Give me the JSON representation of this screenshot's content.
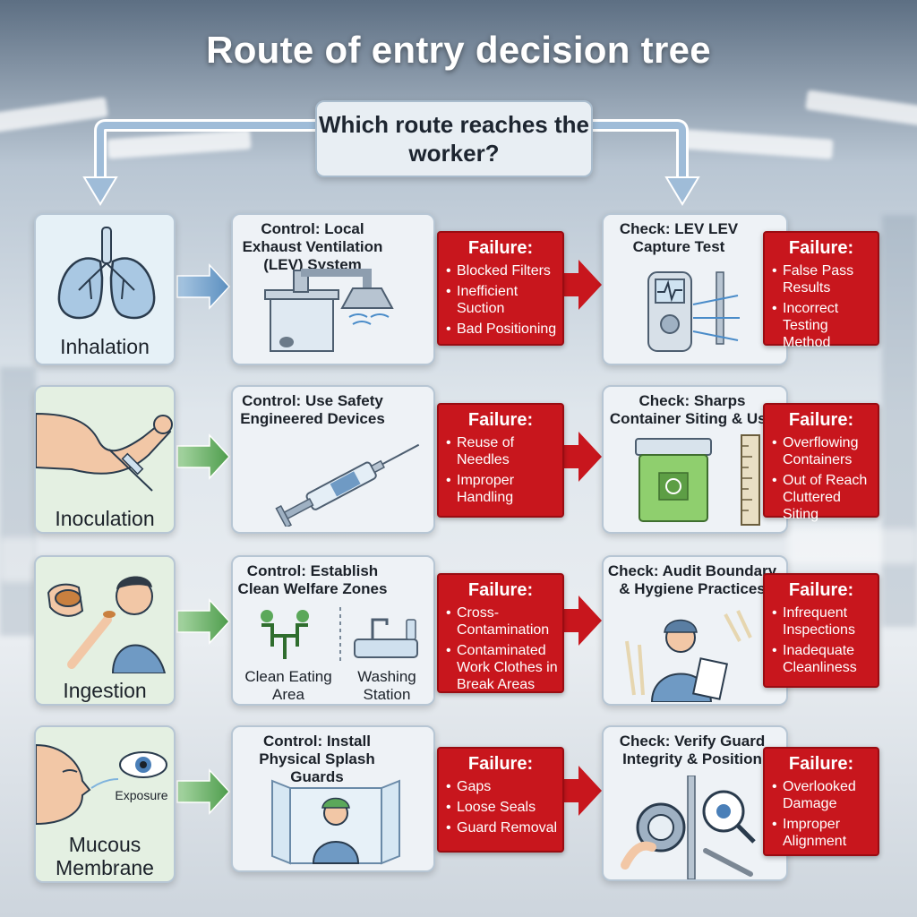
{
  "title": "Route of entry decision tree",
  "question": "Which route reaches the worker?",
  "rows": [
    {
      "route": "Inhalation",
      "control": "Control: Local Exhaust Ventilation (LEV) System",
      "control_failure": {
        "title": "Failure:",
        "items": [
          "Blocked Filters",
          "Inefficient Suction",
          "Bad Positioning"
        ]
      },
      "check": "Check: LEV LEV Capture Test",
      "check_failure": {
        "title": "Failure:",
        "items": [
          "False Pass Results",
          "Incorrect Testing Method"
        ]
      }
    },
    {
      "route": "Inoculation",
      "control": "Control: Use Safety Engineered Devices",
      "control_failure": {
        "title": "Failure:",
        "items": [
          "Reuse of Needles",
          "Improper Handling"
        ]
      },
      "check": "Check: Sharps Container Siting & Use",
      "check_failure": {
        "title": "Failure:",
        "items": [
          "Overflowing Containers",
          "Out of Reach Cluttered Siting"
        ]
      }
    },
    {
      "route": "Ingestion",
      "control": "Control: Establish Clean Welfare Zones",
      "control_sublabels": [
        "Clean Eating Area",
        "Washing Station"
      ],
      "control_failure": {
        "title": "Failure:",
        "items": [
          "Cross-Contamination",
          "Contaminated Work Clothes in Break Areas"
        ]
      },
      "check": "Check: Audit Boundary & Hygiene Practices",
      "check_failure": {
        "title": "Failure:",
        "items": [
          "Infrequent Inspections",
          "Inadequate Cleanliness"
        ]
      }
    },
    {
      "route": "Mucous Membrane",
      "route_sublabel": "Exposure",
      "control": "Control: Install Physical Splash Guards",
      "control_failure": {
        "title": "Failure:",
        "items": [
          "Gaps",
          "Loose Seals",
          "Guard Removal"
        ]
      },
      "check": "Check: Verify Guard Integrity & Position",
      "check_failure": {
        "title": "Failure:",
        "items": [
          "Overlooked Damage",
          "Improper Alignment"
        ]
      }
    }
  ],
  "colors": {
    "failure_red": "#c8161d",
    "arrow_blue": "#5b8fc0",
    "arrow_green": "#5ba85a",
    "arrow_red": "#c8161d"
  }
}
